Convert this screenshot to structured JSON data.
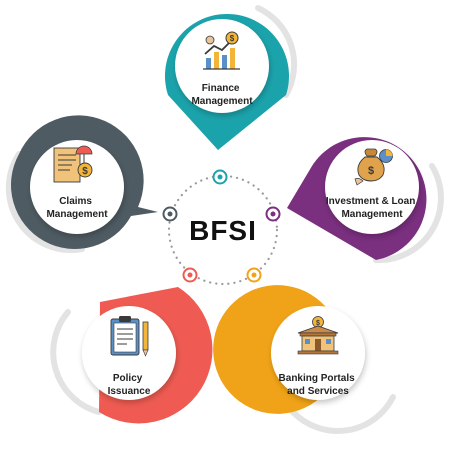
{
  "center": {
    "label": "BFSI"
  },
  "nodes": [
    {
      "id": "finance",
      "lines": [
        "Finance",
        "Management"
      ],
      "color": "#1ba3ab",
      "icon": "finance-chart-icon"
    },
    {
      "id": "investment",
      "lines": [
        "Investment & Loan",
        "Management"
      ],
      "color": "#7a2f7f",
      "icon": "money-bag-icon"
    },
    {
      "id": "banking",
      "lines": [
        "Banking Portals",
        "and Services"
      ],
      "color": "#f0a318",
      "icon": "bank-building-icon"
    },
    {
      "id": "policy",
      "lines": [
        "Policy",
        "Issuance"
      ],
      "color": "#ef5b52",
      "icon": "clipboard-policy-icon"
    },
    {
      "id": "claims",
      "lines": [
        "Claims",
        "Management"
      ],
      "color": "#4e5b62",
      "icon": "claims-document-icon"
    }
  ]
}
